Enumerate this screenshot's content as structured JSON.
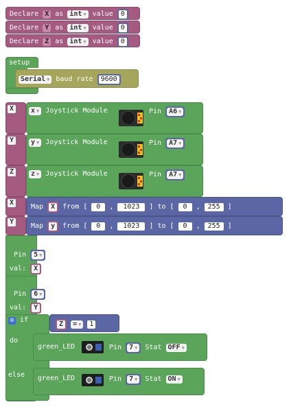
{
  "declares": [
    {
      "label": "Declare",
      "var": "X",
      "as": "as",
      "type": "int",
      "value_label": "value",
      "value": "0"
    },
    {
      "label": "Declare",
      "var": "Y",
      "as": "as",
      "type": "int",
      "value_label": "value",
      "value": "0"
    },
    {
      "label": "Declare",
      "var": "Z",
      "as": "as",
      "type": "int",
      "value_label": "value",
      "value": "0"
    }
  ],
  "setup": {
    "label": "setup",
    "serial": "Serial",
    "baud_label": "baud rate",
    "baud": "9600"
  },
  "joysticks": [
    {
      "var": "X",
      "axis": "x",
      "label": "Joystick Module",
      "pin_label": "Pin",
      "pin": "A6"
    },
    {
      "var": "Y",
      "axis": "y",
      "label": "Joystick Module",
      "pin_label": "Pin",
      "pin": "A7"
    },
    {
      "var": "Z",
      "axis": "z",
      "label": "Joystick Module",
      "pin_label": "Pin",
      "pin": "A7"
    }
  ],
  "maps": [
    {
      "var": "X",
      "label": "Map",
      "src": "X",
      "from": "from [",
      "lo1": "0",
      "hi1": "1023",
      "to": "] to [",
      "lo2": "0",
      "hi2": "255",
      "end": "]"
    },
    {
      "var": "Y",
      "label": "Map",
      "src": "y",
      "from": "from [",
      "lo1": "0",
      "hi1": "1023",
      "to": "] to [",
      "lo2": "0",
      "hi2": "255",
      "end": "]"
    }
  ],
  "writes": [
    {
      "pin_label": "Pin",
      "pin": "5",
      "val_label": "val:",
      "val": "X"
    },
    {
      "pin_label": "Pin",
      "pin": "6",
      "val_label": "val:",
      "val": "Y"
    }
  ],
  "ifblock": {
    "if_label": "if",
    "var": "Z",
    "op": "=",
    "num": "1",
    "do_label": "do",
    "else_label": "else",
    "do_led": {
      "label": "green_LED",
      "pin_label": "Pin",
      "pin": "7",
      "stat_label": "Stat",
      "stat": "OFF"
    },
    "else_led": {
      "label": "green_LED",
      "pin_label": "Pin",
      "pin": "7",
      "stat_label": "Stat",
      "stat": "ON"
    }
  },
  "colors": {
    "purple": "#a55b80",
    "slate": "#5b67a5",
    "green": "#5ba55b",
    "olive": "#a5a55b"
  }
}
